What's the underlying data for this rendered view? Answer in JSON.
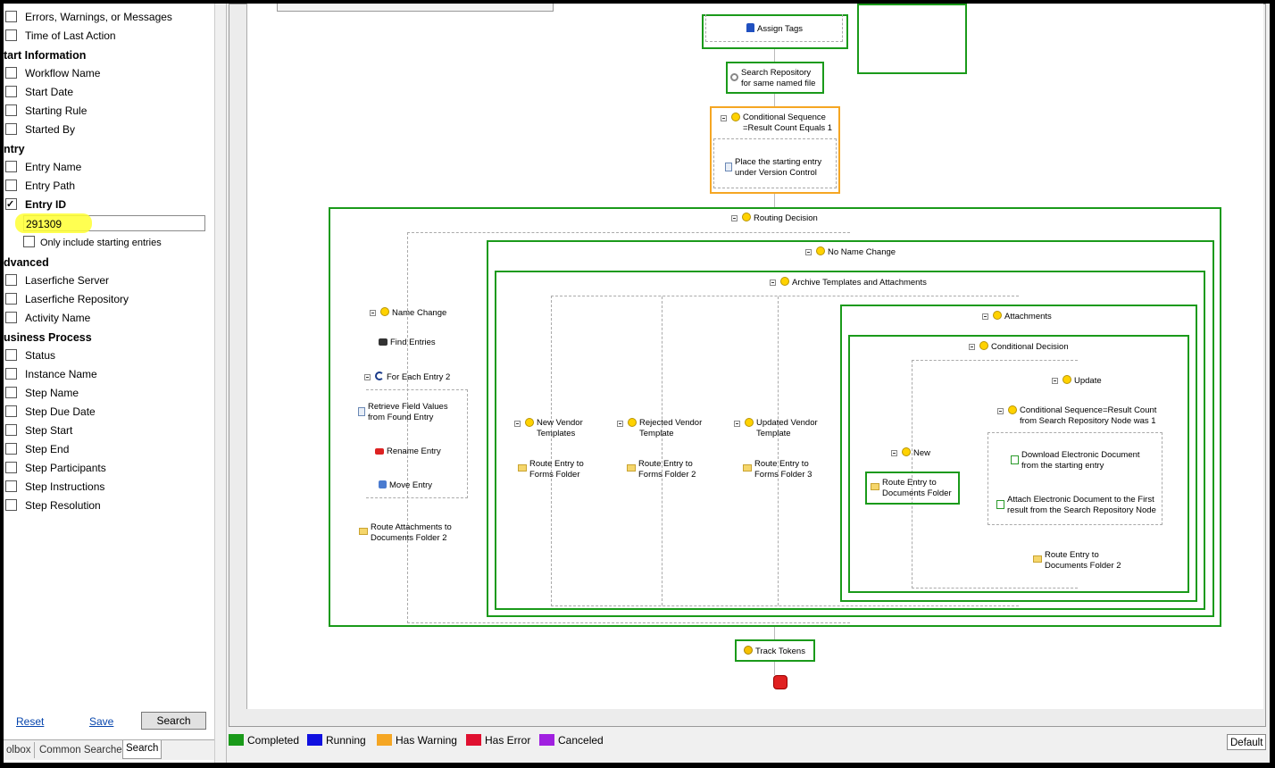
{
  "filters": {
    "top_items": [
      {
        "label": "Errors, Warnings, or Messages",
        "checked": false
      },
      {
        "label": "Time of Last Action",
        "checked": false
      }
    ],
    "start_information": {
      "heading": "tart Information",
      "items": [
        "Workflow Name",
        "Start Date",
        "Starting Rule",
        "Started By"
      ]
    },
    "entry": {
      "heading": "ntry",
      "items": [
        "Entry Name",
        "Entry Path"
      ],
      "entry_id_label": "Entry ID",
      "entry_id_value": "291309",
      "only_starting_label": "Only include starting entries"
    },
    "advanced": {
      "heading": "dvanced",
      "items": [
        "Laserfiche Server",
        "Laserfiche Repository",
        "Activity Name"
      ]
    },
    "business_process": {
      "heading": "usiness Process",
      "items": [
        "Status",
        "Instance Name",
        "Step Name",
        "Step Due Date",
        "Step Start",
        "Step End",
        "Step Participants",
        "Step Instructions",
        "Step Resolution"
      ]
    }
  },
  "actions": {
    "reset": "Reset",
    "save": "Save",
    "search": "Search"
  },
  "bottom_tabs": [
    "olbox",
    "Common Searches",
    "Search"
  ],
  "workflow": {
    "assign_tags": "Assign Tags",
    "search_repo": [
      "Search Repository",
      "for same named file"
    ],
    "cond_seq": [
      "Conditional Sequence",
      "=Result Count Equals 1"
    ],
    "place_version": [
      "Place the starting entry",
      "under Version Control"
    ],
    "routing_decision": "Routing Decision",
    "no_name_change": "No Name Change",
    "archive": "Archive Templates and Attachments",
    "attachments": "Attachments",
    "conditional_decision": "Conditional Decision",
    "name_change": "Name Change",
    "find_entries": "Find Entries",
    "for_each": "For Each Entry 2",
    "retrieve": [
      "Retrieve Field Values",
      "from Found Entry"
    ],
    "rename": "Rename Entry",
    "move": "Move Entry",
    "route_attach": [
      "Route Attachments to",
      "Documents Folder 2"
    ],
    "new_vendor": [
      "New Vendor",
      "Templates"
    ],
    "rejected_vendor": [
      "Rejected Vendor",
      "Template"
    ],
    "updated_vendor": [
      "Updated Vendor",
      "Template"
    ],
    "route_forms1": [
      "Route Entry to",
      "Forms Folder"
    ],
    "route_forms2": [
      "Route Entry to",
      "Forms Folder 2"
    ],
    "route_forms3": [
      "Route Entry to",
      "Forms Folder 3"
    ],
    "update": "Update",
    "cond_seq2": [
      "Conditional Sequence=Result Count",
      "from Search Repository Node was 1"
    ],
    "new": "New",
    "route_docs": [
      "Route Entry to",
      "Documents Folder"
    ],
    "download": [
      "Download Electronic Document",
      "from the starting entry"
    ],
    "attach_doc": [
      "Attach Electronic Document to the First",
      "result from the Search Repository Node"
    ],
    "route_docs2": [
      "Route Entry to",
      "Documents Folder 2"
    ],
    "track_tokens": "Track Tokens"
  },
  "legend": [
    {
      "label": "Completed",
      "color": "#1a9a1a"
    },
    {
      "label": "Running",
      "color": "#1010e0"
    },
    {
      "label": "Has Warning",
      "color": "#f5a623"
    },
    {
      "label": "Has Error",
      "color": "#e01030"
    },
    {
      "label": "Canceled",
      "color": "#a020e0"
    }
  ],
  "zoom": "Default"
}
